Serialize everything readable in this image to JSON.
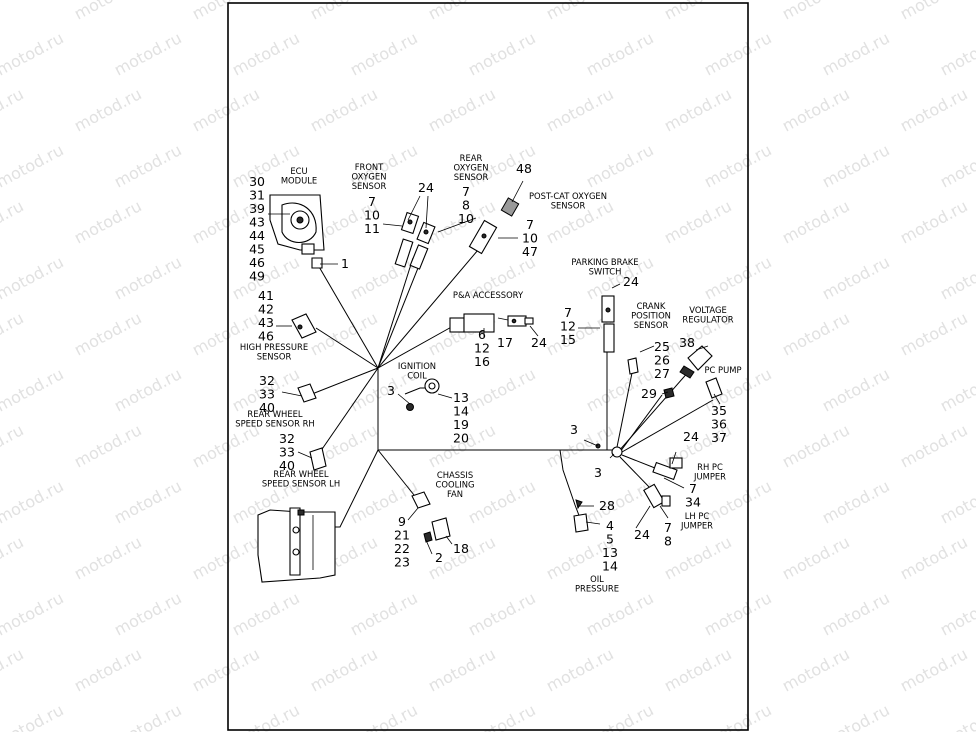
{
  "watermark": "motod.ru",
  "labels": {
    "ecu": [
      "ECU",
      "MODULE"
    ],
    "front_o2": [
      "FRONT",
      "OXYGEN",
      "SENSOR"
    ],
    "rear_o2": [
      "REAR",
      "OXYGEN",
      "SENSOR"
    ],
    "post_cat": [
      "POST-CAT OXYGEN",
      "SENSOR"
    ],
    "parking": [
      "PARKING BRAKE",
      "SWITCH"
    ],
    "pa_accessory": [
      "P&A ACCESSORY"
    ],
    "crank": [
      "CRANK",
      "POSITION",
      "SENSOR"
    ],
    "voltage": [
      "VOLTAGE",
      "REGULATOR"
    ],
    "pc_pump": [
      "PC PUMP"
    ],
    "high_pressure": [
      "HIGH PRESSURE",
      "SENSOR"
    ],
    "ignition": [
      "IGNITION",
      "COIL"
    ],
    "rear_wheel_rh": [
      "REAR WHEEL",
      "SPEED SENSOR RH"
    ],
    "rear_wheel_lh": [
      "REAR WHEEL",
      "SPEED SENSOR LH"
    ],
    "chassis_fan": [
      "CHASSIS",
      "COOLING",
      "FAN"
    ],
    "rh_pc": [
      "RH PC",
      "JUMPER"
    ],
    "lh_pc": [
      "LH PC",
      "JUMPER"
    ],
    "oil_pressure": [
      "OIL",
      "PRESSURE"
    ]
  },
  "callouts": {
    "ecu": [
      "30",
      "31",
      "39",
      "43",
      "44",
      "45",
      "46",
      "49"
    ],
    "ecu_conn": [
      "1"
    ],
    "front_o2": [
      "7",
      "10",
      "11"
    ],
    "o2_conn": [
      "24"
    ],
    "rear_o2": [
      "7",
      "8",
      "10"
    ],
    "post_cat_top": [
      "48"
    ],
    "post_cat": [
      "7",
      "10",
      "47"
    ],
    "pa_items": [
      "6",
      "12",
      "16"
    ],
    "pa_17": [
      "17"
    ],
    "pa_24": [
      "24"
    ],
    "parking_24": [
      "24"
    ],
    "parking": [
      "7",
      "12",
      "15"
    ],
    "crank": [
      "25",
      "26",
      "27"
    ],
    "voltage": [
      "38"
    ],
    "pc_29": [
      "29"
    ],
    "pc_pump": [
      "35",
      "36",
      "37"
    ],
    "high_pressure": [
      "41",
      "42",
      "43",
      "46"
    ],
    "ignition_3": [
      "3"
    ],
    "ignition": [
      "13",
      "14",
      "19",
      "20"
    ],
    "rear_wheel_rh": [
      "32",
      "33",
      "40"
    ],
    "rear_wheel_lh": [
      "32",
      "33",
      "40"
    ],
    "junction_3a": [
      "3"
    ],
    "junction_3b": [
      "3"
    ],
    "rh_pc_24": [
      "24"
    ],
    "rh_pc": [
      "7",
      "34"
    ],
    "lh_pc": [
      "7",
      "8"
    ],
    "lh_pc_24": [
      "24"
    ],
    "oil_28": [
      "28"
    ],
    "oil": [
      "4",
      "5",
      "13",
      "14"
    ],
    "fan": [
      "9",
      "21",
      "22",
      "23"
    ],
    "fan_18": [
      "18"
    ],
    "fan_2": [
      "2"
    ]
  }
}
